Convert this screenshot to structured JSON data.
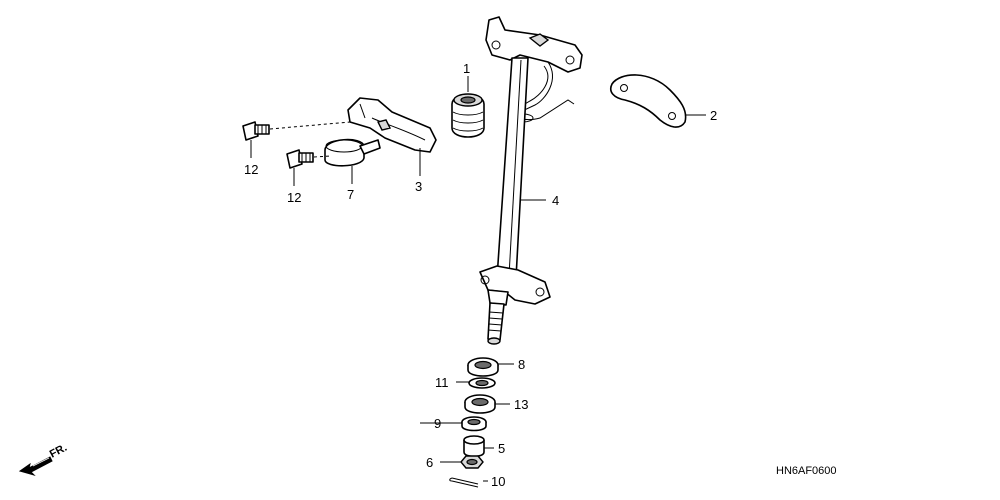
{
  "callouts": {
    "c1": "1",
    "c2": "2",
    "c3": "3",
    "c4": "4",
    "c5": "5",
    "c6": "6",
    "c7": "7",
    "c8": "8",
    "c9": "9",
    "c10": "10",
    "c11": "11",
    "c12a": "12",
    "c12b": "12",
    "c13": "13"
  },
  "direction_label": "FR.",
  "diagram_code": "HN6AF0600"
}
